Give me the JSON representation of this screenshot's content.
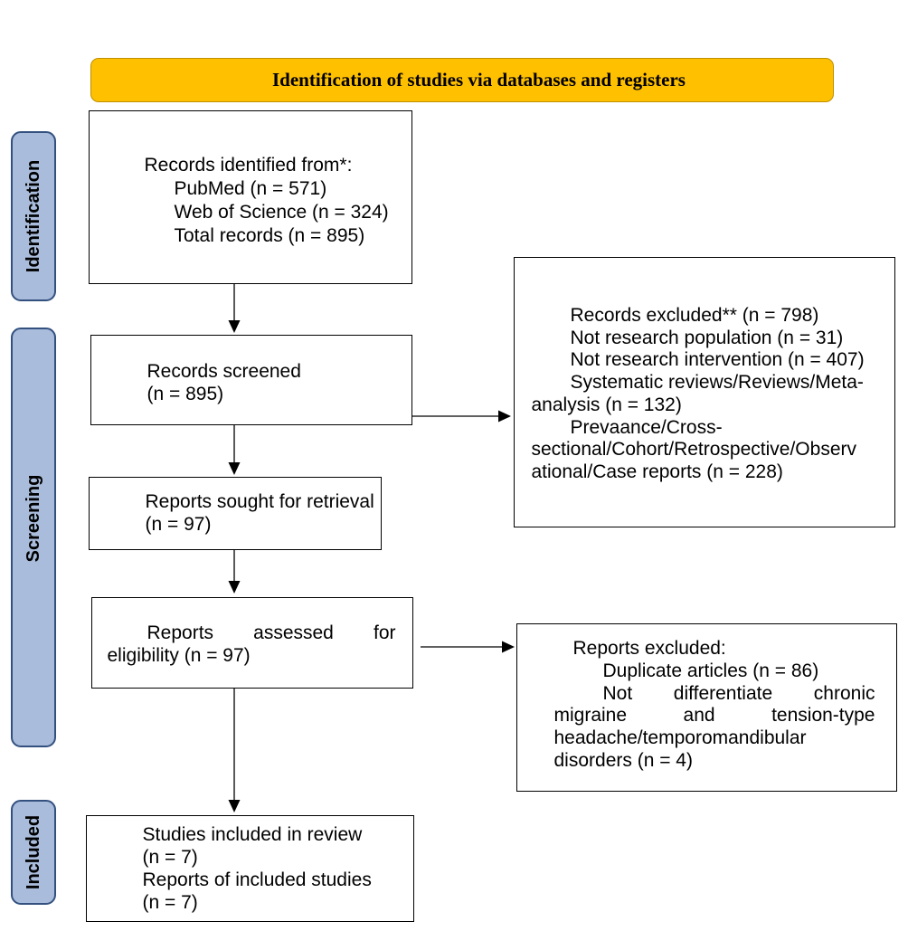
{
  "header": {
    "title": "Identification of studies via databases and registers"
  },
  "phases": {
    "identification": "Identification",
    "screening": "Screening",
    "included": "Included"
  },
  "records_identified": {
    "heading": "Records identified from*:",
    "pubmed": "PubMed (n = 571)",
    "web_of_science": "Web of Science (n = 324)",
    "total": "Total records (n = 895)"
  },
  "records_screened": {
    "label": "Records screened",
    "count": "(n = 895)"
  },
  "records_excluded": {
    "total": "Records excluded** (n = 798)",
    "not_population": "Not research population (n = 31)",
    "not_intervention": "Not research intervention (n = 407)",
    "reviews": [
      "Systematic reviews/Reviews/Meta-",
      "analysis (n = 132)"
    ],
    "observational": [
      "Prevaance/Cross-",
      "sectional/Cohort/Retrospective/Observ",
      "ational/Case reports (n = 228)"
    ]
  },
  "reports_sought": {
    "label": "Reports sought for retrieval",
    "count": "(n = 97)"
  },
  "reports_assessed": {
    "lines": [
      "Reports assessed for",
      "eligibility (n = 97)"
    ]
  },
  "reports_excluded": {
    "heading": "Reports excluded:",
    "duplicates": "Duplicate articles (n = 86)",
    "not_differentiated": [
      "Not differentiate chronic",
      "migraine and tension-type",
      "headache/temporomandibular",
      "disorders (n = 4)"
    ]
  },
  "studies_included": {
    "studies_label": "Studies included in review",
    "studies_count": "(n = 7)",
    "reports_label": "Reports of included studies",
    "reports_count": "(n = 7)"
  },
  "colors": {
    "header_fill": "#FFC000",
    "header_border": "#BF9000",
    "phase_fill": "#A9BCDB",
    "phase_border": "#33507F",
    "box_border": "#000000",
    "arrow": "#000000"
  }
}
